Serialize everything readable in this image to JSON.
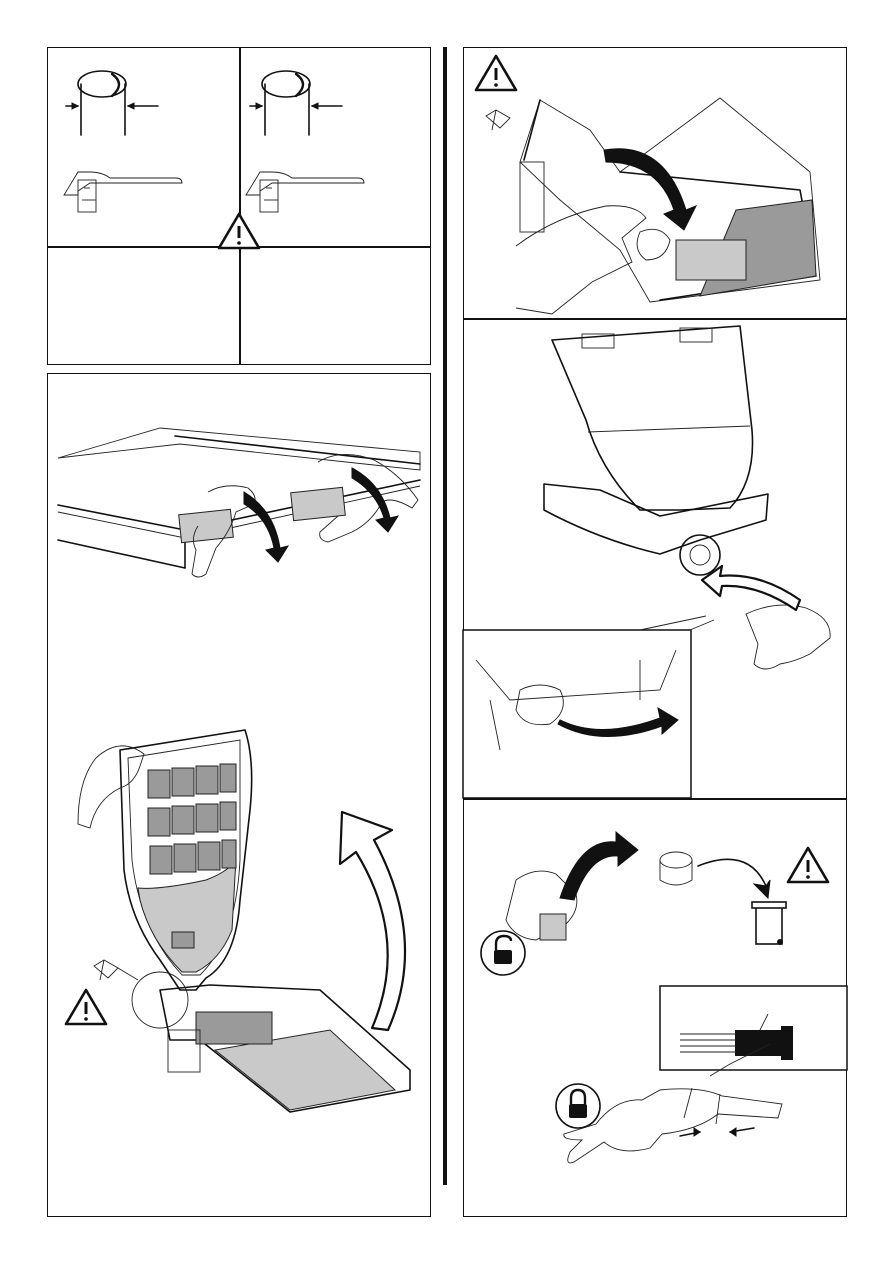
{
  "page": {
    "sections": [
      {
        "id": "pole-diameter-check",
        "steps": 2
      },
      {
        "id": "open-clips",
        "steps": 1
      },
      {
        "id": "open-housing",
        "steps": 1
      },
      {
        "id": "remove-cable",
        "steps": 1
      },
      {
        "id": "insert-cable",
        "steps": 2
      },
      {
        "id": "cable-gland",
        "steps": 2
      }
    ]
  },
  "icons": [
    "warning-icon",
    "eye-icon",
    "unlock-icon",
    "lock-icon",
    "trash-bin-icon"
  ],
  "colors": {
    "line": "#111111",
    "shade": "#9a9a9a",
    "light_shade": "#c9c9c9",
    "background": "#ffffff"
  }
}
